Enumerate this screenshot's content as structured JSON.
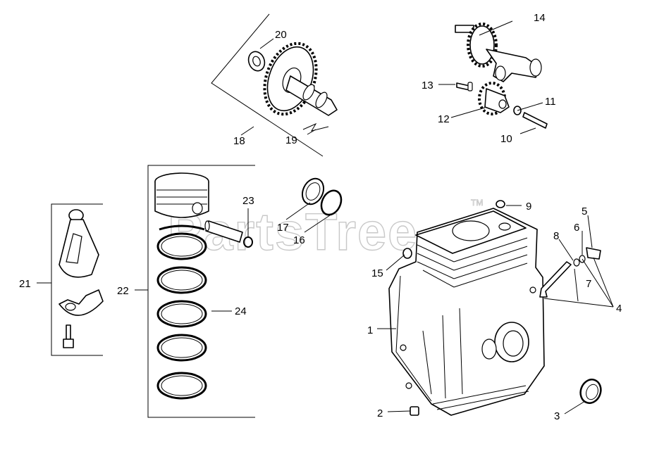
{
  "watermark": {
    "text": "PartsTree",
    "trademark": "TM"
  },
  "callouts": {
    "c1": "1",
    "c2": "2",
    "c3": "3",
    "c4": "4",
    "c5": "5",
    "c6": "6",
    "c7": "7",
    "c8": "8",
    "c9": "9",
    "c10": "10",
    "c11": "11",
    "c12": "12",
    "c13": "13",
    "c14": "14",
    "c15": "15",
    "c16": "16",
    "c17": "17",
    "c18": "18",
    "c19": "19",
    "c20": "20",
    "c21": "21",
    "c22": "22",
    "c23": "23",
    "c24": "24"
  }
}
